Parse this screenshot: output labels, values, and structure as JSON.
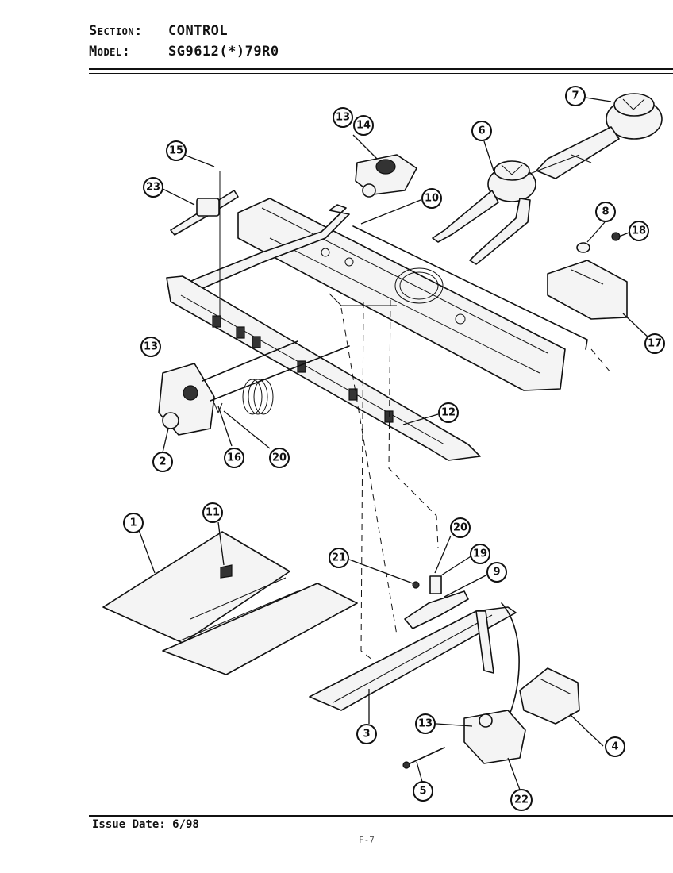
{
  "header": {
    "section_key": "Section:",
    "section_value": "CONTROL",
    "model_key": "Model:",
    "model_value": "SG9612(*)79R0"
  },
  "footer": {
    "issue_date": "Issue Date: 6/98",
    "page_mark": "F-7"
  },
  "callouts": [
    "7",
    "13",
    "14",
    "6",
    "15",
    "10",
    "23",
    "8",
    "18",
    "17",
    "13",
    "12",
    "2",
    "16",
    "20",
    "1",
    "11",
    "20",
    "21",
    "19",
    "9",
    "3",
    "13",
    "4",
    "5",
    "22"
  ]
}
